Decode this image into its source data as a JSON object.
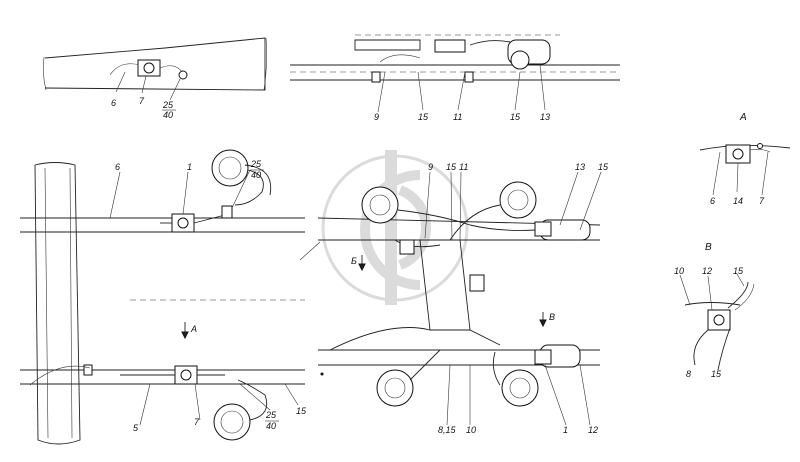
{
  "views": {
    "A": "А",
    "B": "В",
    "Bb": "Б"
  },
  "callouts": {
    "left": {
      "c6": "6",
      "c1": "1",
      "c25": "25",
      "c40": "40",
      "c5": "5",
      "c7": "7",
      "c25b": "25",
      "c40b": "40",
      "c15": "15",
      "viewA": "А"
    },
    "topleft": {
      "c6": "6",
      "c7": "7",
      "c25": "25",
      "c40": "40"
    },
    "topcenter": {
      "c9": "9",
      "c15": "15",
      "c11": "11",
      "c15b": "15",
      "c13": "13"
    },
    "center": {
      "c9": "9",
      "c15": "15",
      "c11": "11",
      "c13": "13",
      "c15b": "15",
      "viewB": "Б",
      "viewV": "В",
      "c815": "8,15",
      "c10": "10",
      "c1": "1",
      "c12": "12"
    },
    "detailA": {
      "title": "А",
      "c6": "6",
      "c14": "14",
      "c7": "7"
    },
    "detailV": {
      "title": "В",
      "c10": "10",
      "c12": "12",
      "c15": "15",
      "c8": "8",
      "c15b": "15"
    }
  },
  "colors": {
    "line": "#222222",
    "watermark": "#bbbbbb",
    "background": "#ffffff"
  }
}
